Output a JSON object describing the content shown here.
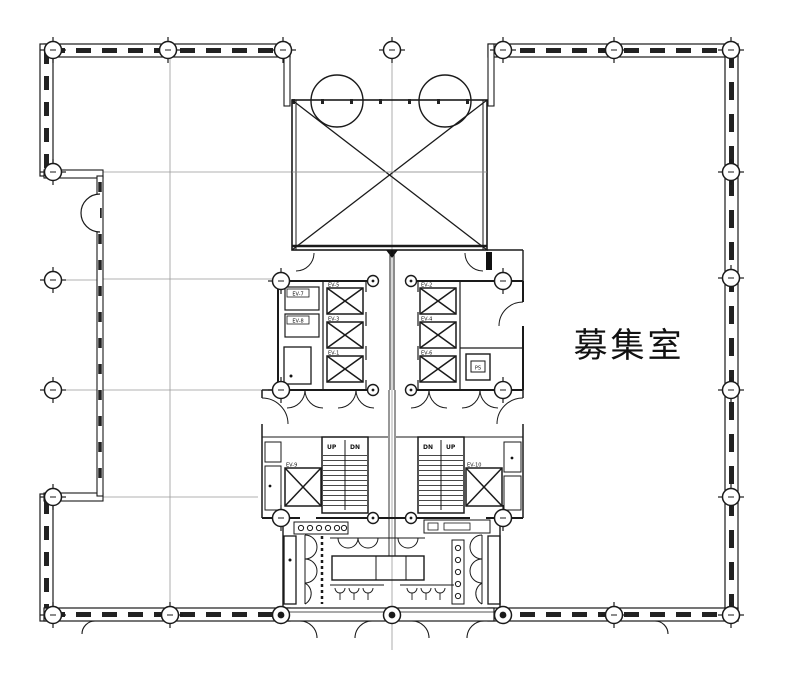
{
  "colors": {
    "line": "#1a1a1a",
    "grid": "#999999",
    "hatch": "#222222",
    "background": "#ffffff",
    "text": "#111111"
  },
  "plan": {
    "room_label": "募集室",
    "stairs": {
      "left": {
        "up": "UP",
        "down": "DN"
      },
      "right": {
        "up": "UP",
        "down": "DN"
      }
    },
    "elevators": {
      "left_rooms": [
        "EV-7",
        "EV-8"
      ],
      "left_bank": [
        "EV-5",
        "EV-3",
        "EV-1"
      ],
      "right_bank": [
        "EV-2",
        "EV-4",
        "EV-6"
      ],
      "service_left": "EV-9",
      "service_right": "EV-10",
      "shaft_box": "PS"
    }
  }
}
